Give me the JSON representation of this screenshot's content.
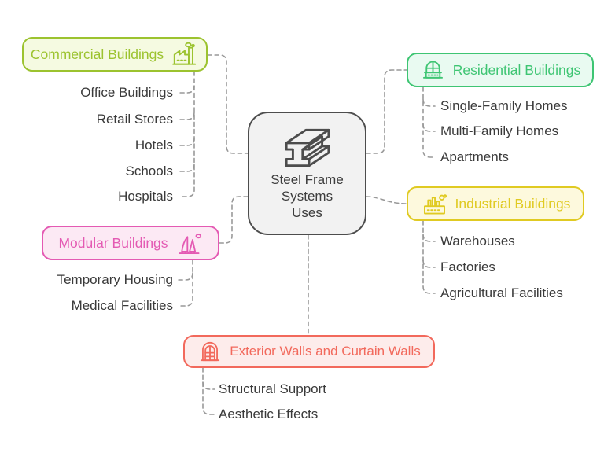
{
  "title": "Steel Frame Systems Uses",
  "center": {
    "lines": [
      "Steel Frame",
      "Systems",
      "Uses"
    ],
    "icon": "steel-beam-icon",
    "border_color": "#4d4d4d",
    "bg_color": "#f2f2f2",
    "text_color": "#3d3d3d"
  },
  "connector_color": "#999999",
  "item_text_color": "#3a3a3a",
  "branches": [
    {
      "label": "Commercial Buildings",
      "icon": "factory-smoke-icon",
      "icon_side": "right",
      "color": "#9cc32f",
      "bg": "#f5fae1",
      "items": [
        "Office Buildings",
        "Retail Stores",
        "Hotels",
        "Schools",
        "Hospitals"
      ]
    },
    {
      "label": "Residential Buildings",
      "icon": "arched-building-icon",
      "icon_side": "left",
      "color": "#3ec573",
      "bg": "#e9faf1",
      "items": [
        "Single-Family Homes",
        "Multi-Family Homes",
        "Apartments"
      ]
    },
    {
      "label": "Industrial Buildings",
      "icon": "factory-chart-icon",
      "icon_side": "left",
      "color": "#e0ca22",
      "bg": "#fdf9dd",
      "items": [
        "Warehouses",
        "Factories",
        "Agricultural Facilities"
      ]
    },
    {
      "label": "Modular Buildings",
      "icon": "modular-towers-icon",
      "icon_side": "right",
      "color": "#e45ab3",
      "bg": "#fce9f4",
      "items": [
        "Temporary Housing",
        "Medical Facilities"
      ]
    },
    {
      "label": "Exterior Walls and Curtain Walls",
      "icon": "arched-window-icon",
      "icon_side": "left",
      "color": "#f2695c",
      "bg": "#fdeceb",
      "items": [
        "Structural Support",
        "Aesthetic Effects"
      ]
    }
  ]
}
